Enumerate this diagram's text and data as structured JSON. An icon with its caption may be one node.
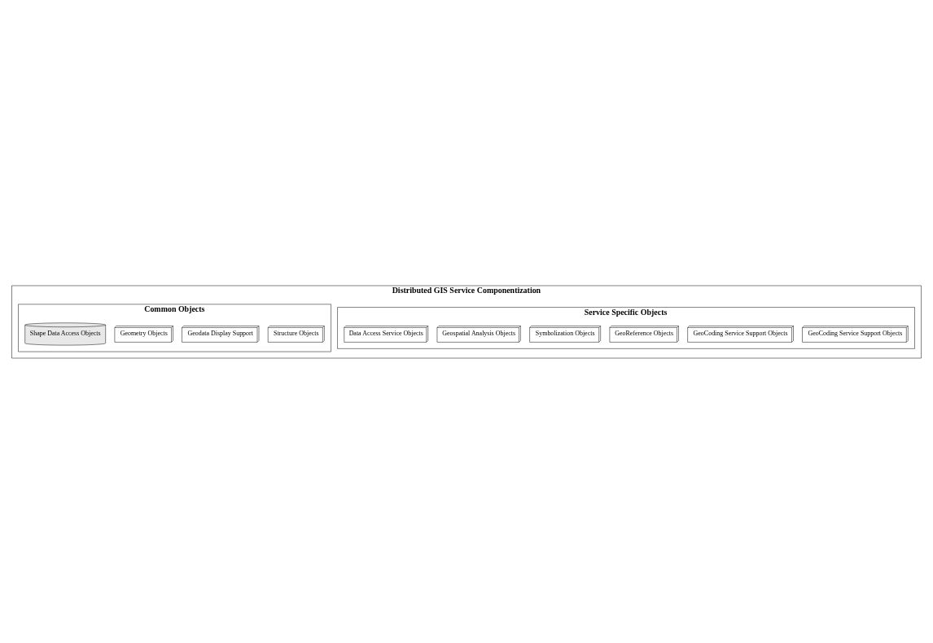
{
  "diagram": {
    "nodes": [
      {
        "text": [
          "Distributed GIS Service Componentization"
        ]
      },
      {
        "text": [
          "Service Specific Objects"
        ],
        "in": 0
      },
      {
        "text": [
          "GeoCoding Service Support Objects"
        ],
        "in": 1
      },
      {
        "text": [
          "GeoCoding Service Support Objects"
        ],
        "in": 1
      },
      {
        "text": [
          "GeoReference Objects"
        ],
        "in": 1
      },
      {
        "text": [
          "Symbolization Objects"
        ],
        "in": 1
      },
      {
        "text": [
          "Geospatial Analysis Objects"
        ],
        "in": 1
      },
      {
        "text": [
          "Data Access Service Objects"
        ],
        "in": 1
      },
      {
        "text": [
          "Common Objects"
        ],
        "in": 0
      },
      {
        "text": [
          "Structure Objects"
        ],
        "in": 8
      },
      {
        "text": [
          "Geodata Display Support"
        ],
        "in": 8
      },
      {
        "text": [
          "Geometry Objects"
        ],
        "in": 8
      },
      {
        "text": [
          "Shape Data Access Objects"
        ],
        "in": 8
      }
    ],
    "edges": []
  }
}
